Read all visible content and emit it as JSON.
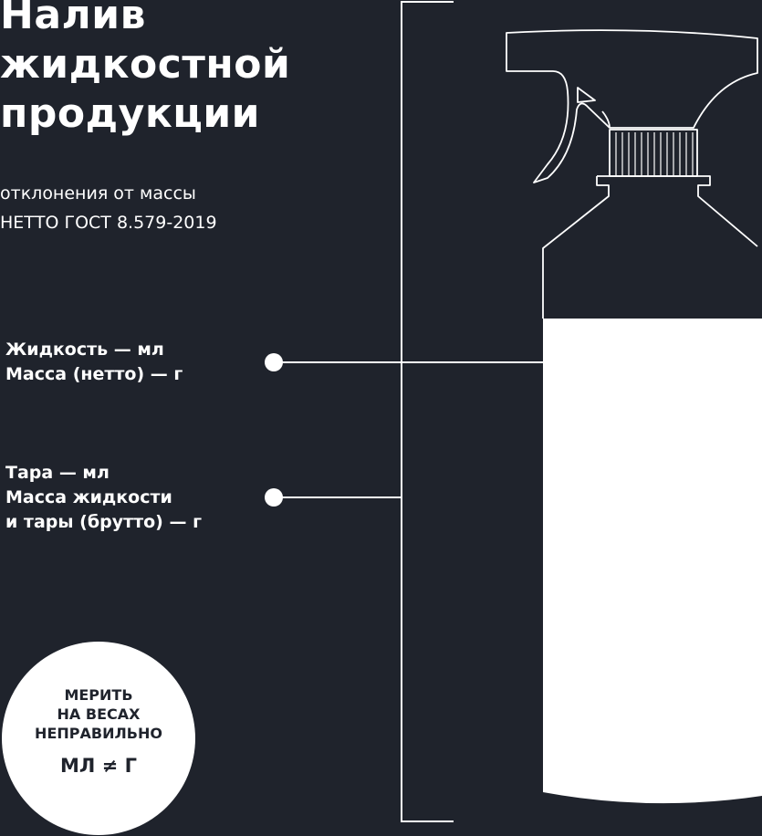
{
  "title": "Налив\nжидкостной\nпродукции",
  "subtitle": "отклонения от массы\nНЕТТО ГОСТ 8.579-2019",
  "labels": {
    "liquid": "Жидкость  — мл\nМасса (нетто)  — г",
    "tare": "Тара  — мл\nМасса жидкости\nи тары (брутто)  — г"
  },
  "badge": {
    "text": "МЕРИТЬ\nНА ВЕСАХ\nНЕПРАВИЛЬНО",
    "formula": "МЛ ≠ Г"
  },
  "colors": {
    "background": "#1f232c",
    "foreground": "#ffffff"
  },
  "icons": [
    "spray-bottle-icon"
  ]
}
